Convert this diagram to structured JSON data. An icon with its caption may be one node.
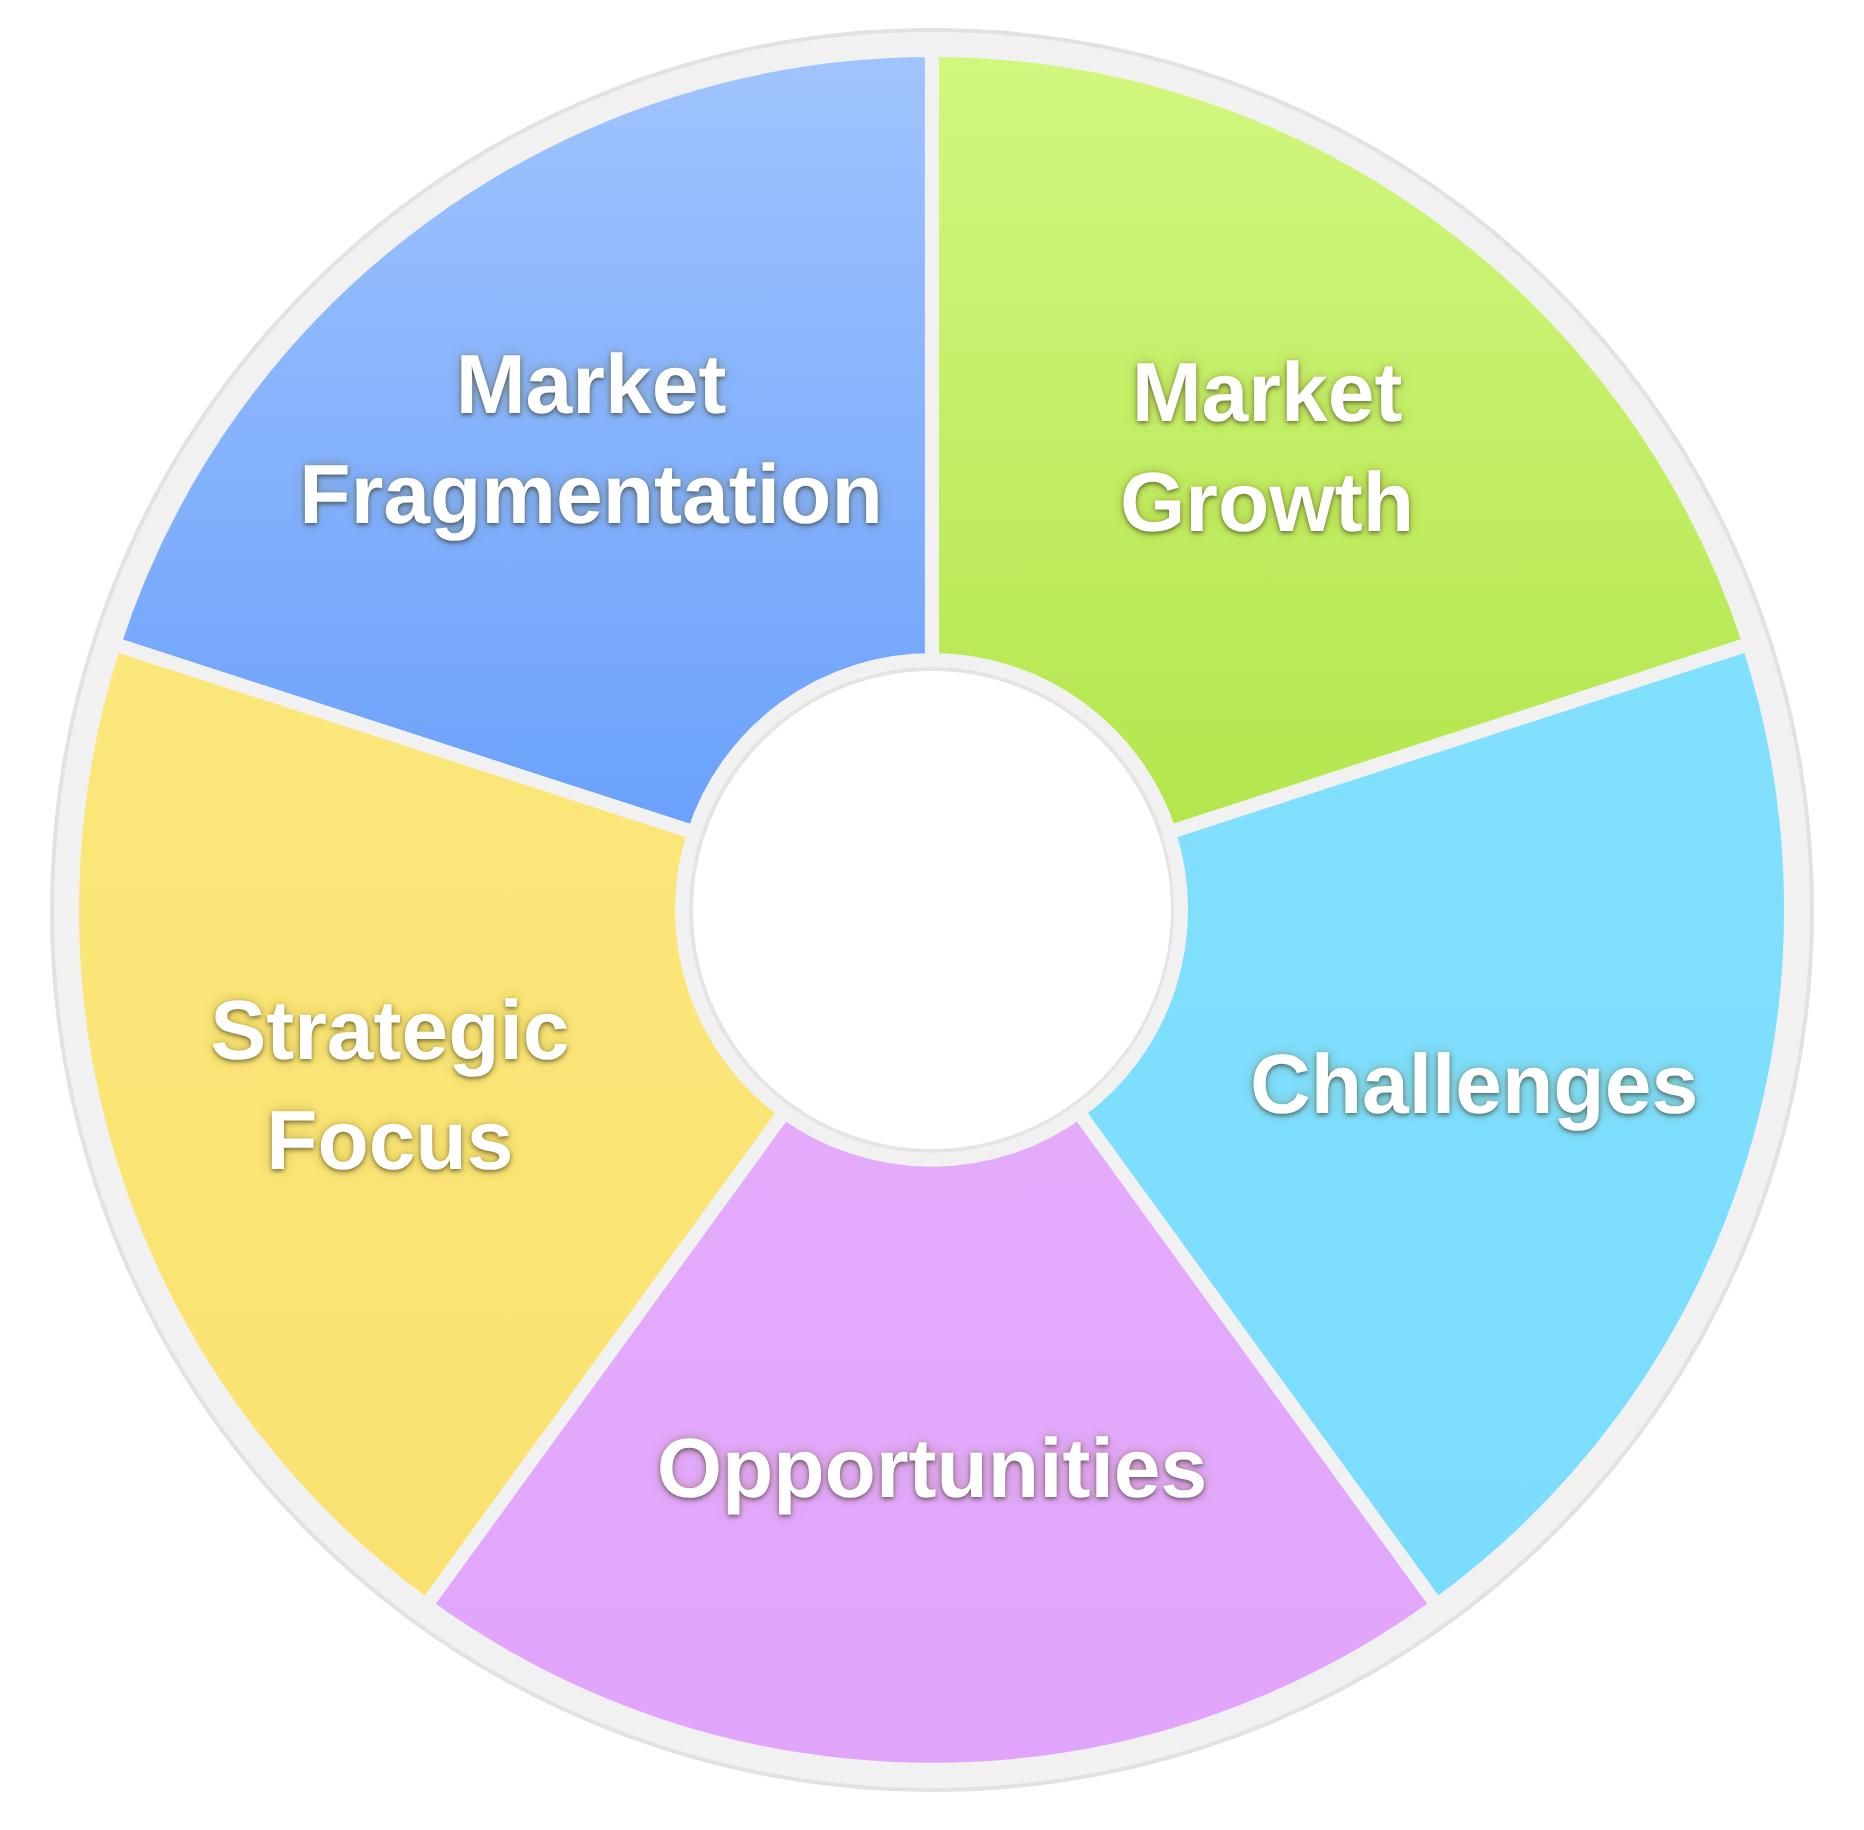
{
  "diagram": {
    "nodes": [
      {
        "text": [
          "Market Fragmentation"
        ]
      },
      {
        "text": [
          "Market Growth"
        ]
      },
      {
        "text": [
          "Strategic Focus"
        ]
      },
      {
        "text": [
          "Challenges"
        ]
      },
      {
        "text": [
          "Opportunities"
        ]
      }
    ]
  }
}
